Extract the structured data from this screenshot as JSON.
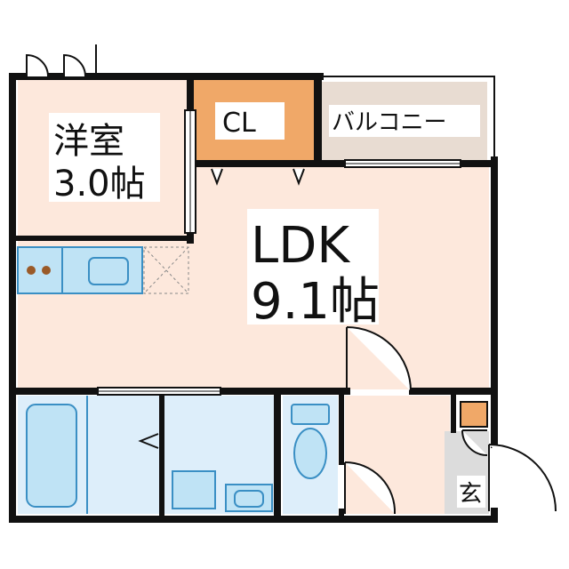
{
  "floorplan": {
    "rooms": {
      "western_room": {
        "name": "洋室",
        "size": "3.0帖"
      },
      "closet": {
        "name": "CL"
      },
      "balcony": {
        "name": "バルコニー"
      },
      "ldk": {
        "name": "LDK",
        "size": "9.1帖"
      },
      "entrance": {
        "name": "玄"
      }
    },
    "colors": {
      "wall": "#111111",
      "room_floor": "#fde8dc",
      "closet_floor": "#f0a868",
      "balcony_floor": "#e8dcd2",
      "wet_area_floor": "#ddeefa",
      "fixture_blue": "#bfe3f5",
      "fixture_outline": "#3a8fc4",
      "entrance_floor": "#dcdcdc",
      "stove_burner": "#9a5a28"
    }
  }
}
